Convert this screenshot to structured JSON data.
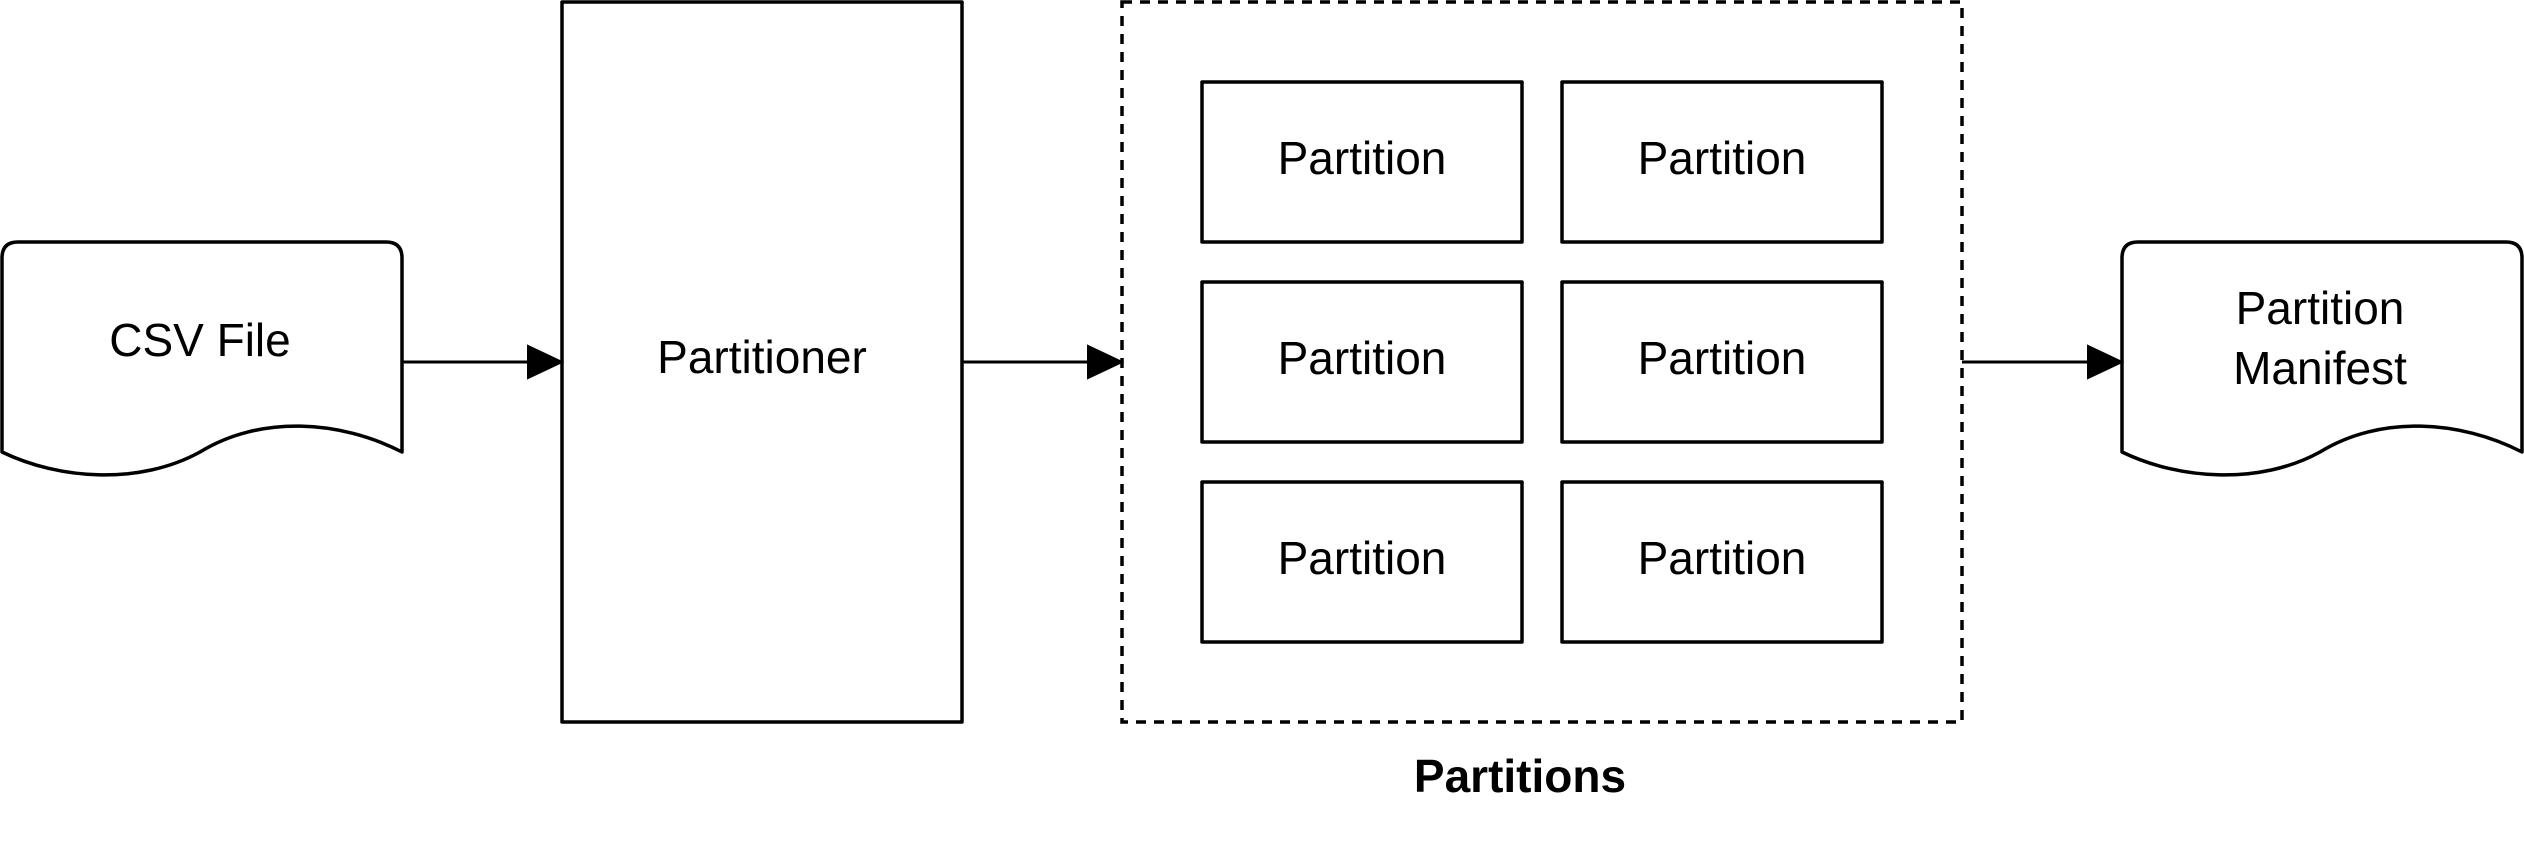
{
  "nodes": {
    "csv_file": "CSV File",
    "partitioner": "Partitioner",
    "partitions_group": "Partitions",
    "partition_cells": [
      "Partition",
      "Partition",
      "Partition",
      "Partition",
      "Partition",
      "Partition"
    ],
    "manifest": [
      "Partition",
      "Manifest"
    ]
  },
  "edges": [
    {
      "from": "CSV File",
      "to": "Partitioner"
    },
    {
      "from": "Partitioner",
      "to": "Partitions"
    },
    {
      "from": "Partitions",
      "to": "Partition Manifest"
    }
  ],
  "colors": {
    "stroke": "#000000",
    "fill": "#ffffff"
  }
}
